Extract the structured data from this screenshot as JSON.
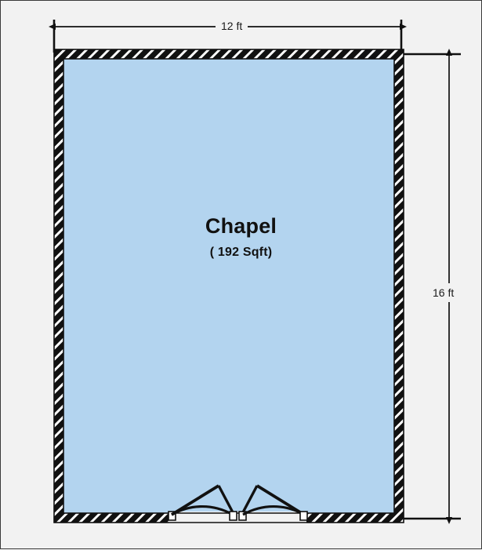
{
  "plan": {
    "room": {
      "name": "Chapel",
      "area_label": "( 192 Sqft)"
    },
    "dimensions": {
      "top": "12 ft",
      "right": "16 ft"
    },
    "colors": {
      "background": "#f2f2f2",
      "room_fill": "#b3d4ef",
      "wall": "#111111",
      "wall_hatch": "#ffffff",
      "line": "#111111",
      "frame": "#3a3a3a"
    },
    "icons": {
      "door": "double-door-swing-icon",
      "wall": "hatched-wall-icon",
      "dimension": "dimension-arrow-icon"
    }
  }
}
